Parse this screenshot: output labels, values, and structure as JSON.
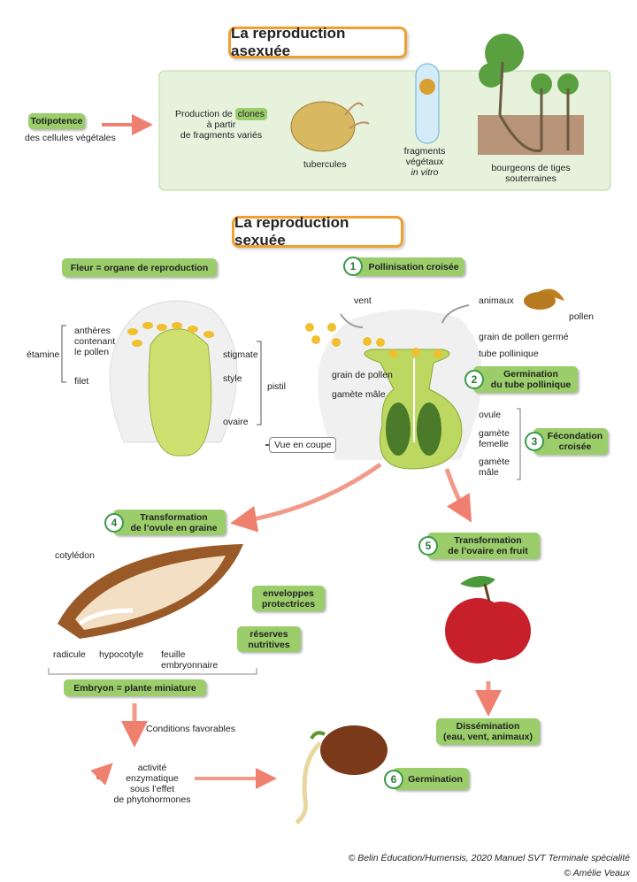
{
  "asexual": {
    "title": "La reproduction asexuée",
    "totipotence": "Totipotence",
    "totipotence_sub": "des cellules végétales",
    "production_a": "Production de",
    "clones": "clones",
    "production_b": "à partir",
    "production_c": "de fragments variés",
    "tubercules": "tubercules",
    "fragments_1": "fragments",
    "fragments_2": "végétaux",
    "fragments_3": "in vitro",
    "bourgeons_1": "bourgeons de tiges",
    "bourgeons_2": "souterraines"
  },
  "sexual": {
    "title": "La reproduction sexuée",
    "fleur": "Fleur = organe de reproduction",
    "flower_labels": {
      "etamine": "étamine",
      "antheres": "anthères",
      "contenant": "contenant",
      "le_pollen": "le pollen",
      "filet": "filet",
      "stigmate": "stigmate",
      "style": "style",
      "ovaire": "ovaire",
      "pistil": "pistil"
    },
    "vue_en_coupe": "Vue en coupe",
    "steps": [
      {
        "n": "1",
        "label": "Pollinisation croisée"
      },
      {
        "n": "2",
        "label_1": "Germination",
        "label_2": "du tube pollinique"
      },
      {
        "n": "3",
        "label_1": "Fécondation",
        "label_2": "croisée"
      },
      {
        "n": "4",
        "label_1": "Transformation",
        "label_2": "de l’ovule en graine"
      },
      {
        "n": "5",
        "label_1": "Transformation",
        "label_2": "de l’ovaire en fruit"
      },
      {
        "n": "6",
        "label": "Germination"
      }
    ],
    "section_labels": {
      "vent": "vent",
      "animaux": "animaux",
      "pollen": "pollen",
      "grain_germe": "grain de pollen germé",
      "tube": "tube pollinique",
      "grain": "grain de pollen",
      "gamete_male": "gamète mâle",
      "ovule": "ovule",
      "gamete_f1": "gamète",
      "gamete_f2": "femelle",
      "gamete_m1": "gamète",
      "gamete_m2": "mâle"
    },
    "seed_labels": {
      "cotyledon": "cotylédon",
      "enveloppes_1": "enveloppes",
      "enveloppes_2": "protectrices",
      "reserves_1": "réserves",
      "reserves_2": "nutritives",
      "radicule": "radicule",
      "hypocotyle": "hypocotyle",
      "feuille_1": "feuille",
      "feuille_2": "embryonnaire",
      "embryon": "Embryon = plante miniature"
    },
    "conditions": "Conditions favorables",
    "activite": [
      "activité",
      "enzymatique",
      "sous l’effet",
      "de phytohormones"
    ],
    "dissemination_1": "Dissémination",
    "dissemination_2": "(eau, vent, animaux)"
  },
  "credits": {
    "line1": "© Belin Éducation/Humensis, 2020 Manuel SVT Terminale spécialité",
    "line2": "© Amélie Veaux"
  }
}
